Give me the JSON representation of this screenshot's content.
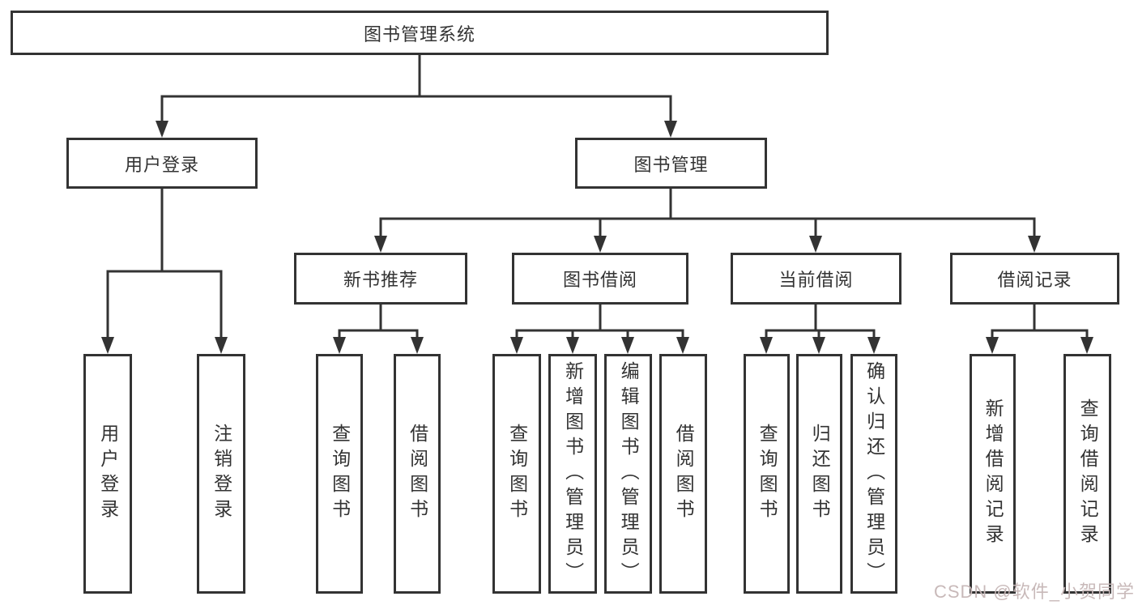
{
  "diagram": {
    "line_color": "#333333",
    "root": {
      "label": "图书管理系统"
    },
    "level2": [
      {
        "label": "用户登录"
      },
      {
        "label": "图书管理"
      }
    ],
    "level3": [
      {
        "label": "新书推荐"
      },
      {
        "label": "图书借阅"
      },
      {
        "label": "当前借阅"
      },
      {
        "label": "借阅记录"
      }
    ],
    "leaves": [
      {
        "label": "用户登录"
      },
      {
        "label": "注销登录"
      },
      {
        "label": "查询图书"
      },
      {
        "label": "借阅图书"
      },
      {
        "label": "查询图书"
      },
      {
        "label": "新增图书（管理员）"
      },
      {
        "label": "编辑图书（管理员）"
      },
      {
        "label": "借阅图书"
      },
      {
        "label": "查询图书"
      },
      {
        "label": "归还图书"
      },
      {
        "label": "确认归还（管理员）"
      },
      {
        "label": "新增借阅记录"
      },
      {
        "label": "查询借阅记录"
      }
    ]
  },
  "watermark": {
    "text": "CSDN @软件_小贺同学",
    "color": "#c6b6b6"
  }
}
